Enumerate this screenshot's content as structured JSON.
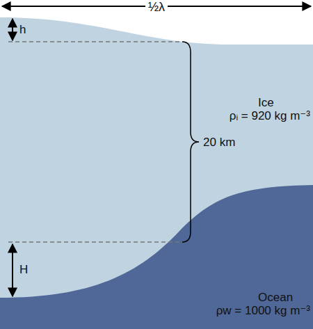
{
  "diagram": {
    "labels": [
      "½λ",
      "h",
      "20 km",
      "H",
      "Ice",
      "ρᵢ = 920 kg m⁻³",
      "Ocean",
      "ρw = 1000 kg m⁻³"
    ]
  }
}
